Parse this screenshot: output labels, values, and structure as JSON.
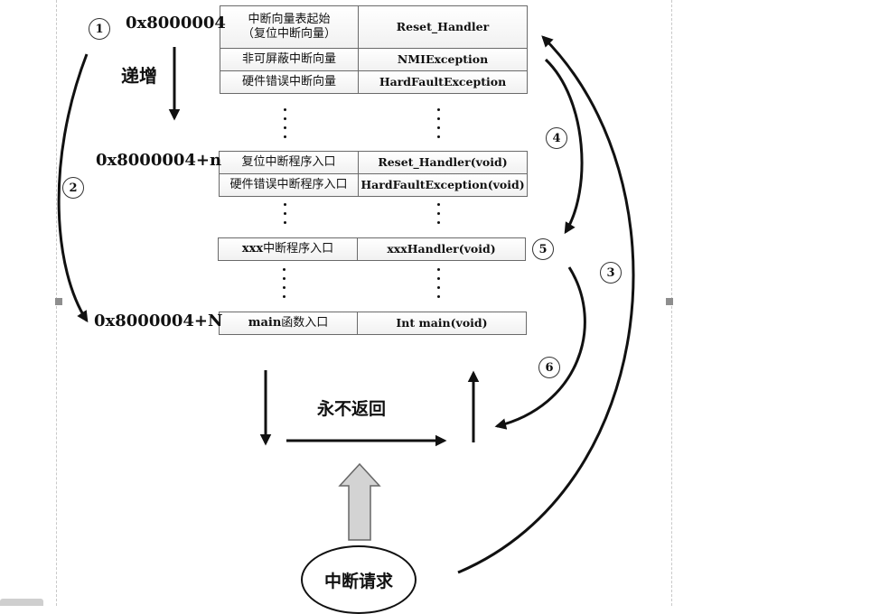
{
  "addresses": {
    "base": "0x8000004",
    "plus_n": "0x8000004+n",
    "plus_N": "0x8000004+N"
  },
  "increment_label": "递增",
  "table_rows": [
    {
      "left_line1": "中断向量表起始",
      "left_line2": "（复位中断向量）",
      "right": "Reset_Handler"
    },
    {
      "left": "非可屏蔽中断向量",
      "right": "NMIException"
    },
    {
      "left": "硬件错误中断向量",
      "right": "HardFaultException"
    },
    {
      "left": "复位中断程序入口",
      "right": "Reset_Handler(void)"
    },
    {
      "left": "硬件错误中断程序入口",
      "right": "HardFaultException(void)"
    },
    {
      "left_latin": "xxx",
      "left_cjk": "中断程序入口",
      "right": "xxxHandler(void)"
    },
    {
      "left_latin": "main",
      "left_cjk": "函数入口",
      "right": "Int main(void)"
    }
  ],
  "never_return_label": "永不返回",
  "interrupt_request_label": "中断请求",
  "step_markers": [
    "1",
    "2",
    "3",
    "4",
    "5",
    "6"
  ],
  "colors": {
    "line": "#111111",
    "cell_border": "#6a6a6a",
    "hollow_arrow_fill": "#d3d3d3"
  }
}
